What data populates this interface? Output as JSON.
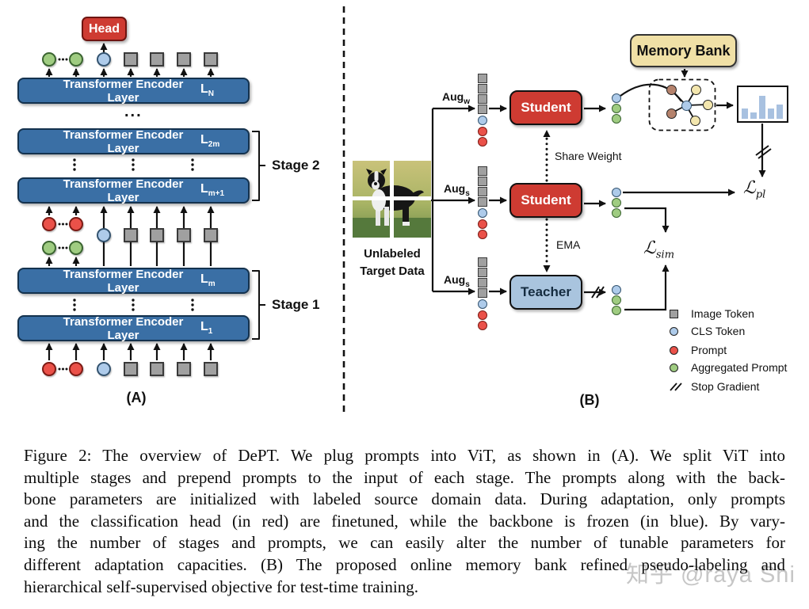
{
  "figure": {
    "panel_a": {
      "label": "(A)",
      "head": "Head",
      "encoder_label": "Transformer Encoder Layer",
      "layer_letter": "L",
      "layer_subs": [
        "N",
        "2m",
        "m+1",
        "m",
        "1"
      ],
      "stage2": "Stage 2",
      "stage1": "Stage 1",
      "ellipsis": "..."
    },
    "panel_b": {
      "label": "(B)",
      "memory_bank": "Memory Bank",
      "student": "Student",
      "teacher": "Teacher",
      "aug_w": {
        "base": "Aug",
        "sub": "w"
      },
      "aug_s": {
        "base": "Aug",
        "sub": "s"
      },
      "share_weight": "Share Weight",
      "ema": "EMA",
      "unlabeled": {
        "line1": "Unlabeled",
        "line2": "Target Data"
      },
      "loss_pl": {
        "symbol": "ℒ",
        "sub": "pl"
      },
      "loss_sim": {
        "symbol": "ℒ",
        "sub": "sim"
      },
      "legend": [
        {
          "icon": "image-token",
          "label": "Image Token"
        },
        {
          "icon": "cls-token",
          "label": "CLS Token"
        },
        {
          "icon": "prompt",
          "label": "Prompt"
        },
        {
          "icon": "aggregated-prompt",
          "label": "Aggregated Prompt"
        },
        {
          "icon": "stop-gradient",
          "label": "Stop Gradient"
        }
      ],
      "histogram_bars": [
        13,
        8,
        29,
        13,
        18
      ]
    },
    "caption": {
      "lines": [
        "Figure 2:  The overview of DePT. We plug prompts into ViT, as shown in (A). We split ViT into",
        "multiple stages and prepend prompts to the input of each stage.  The prompts along with the back-",
        "bone parameters are initialized with labeled source domain data.  During adaptation, only prompts",
        "and the classification head (in red) are finetuned, while the backbone is frozen (in blue).  By vary-",
        "ing the number of stages and prompts, we can easily alter the number of tunable parameters for",
        "different adaptation capacities. (B) The proposed online memory bank refined pseudo-labeling and",
        "hierarchical self-supervised objective for test-time training."
      ]
    },
    "watermark": "知乎 @raya Shi",
    "colors": {
      "layer_blue": "#3A6FA5",
      "head_student_red": "#CE3B32",
      "teacher_blue": "#A9C4DE",
      "memory_bank_tan": "#F0E0A6",
      "image_token_gray": "#A0A0A0",
      "cls_token_blue": "#AECBEA",
      "prompt_red": "#EA5149",
      "aggregated_prompt_green": "#9FCC81",
      "memory_node_brown": "#B5826C",
      "memory_node_yellow": "#F3E6AE",
      "histogram_bar_blue": "#A8C1E0"
    }
  }
}
